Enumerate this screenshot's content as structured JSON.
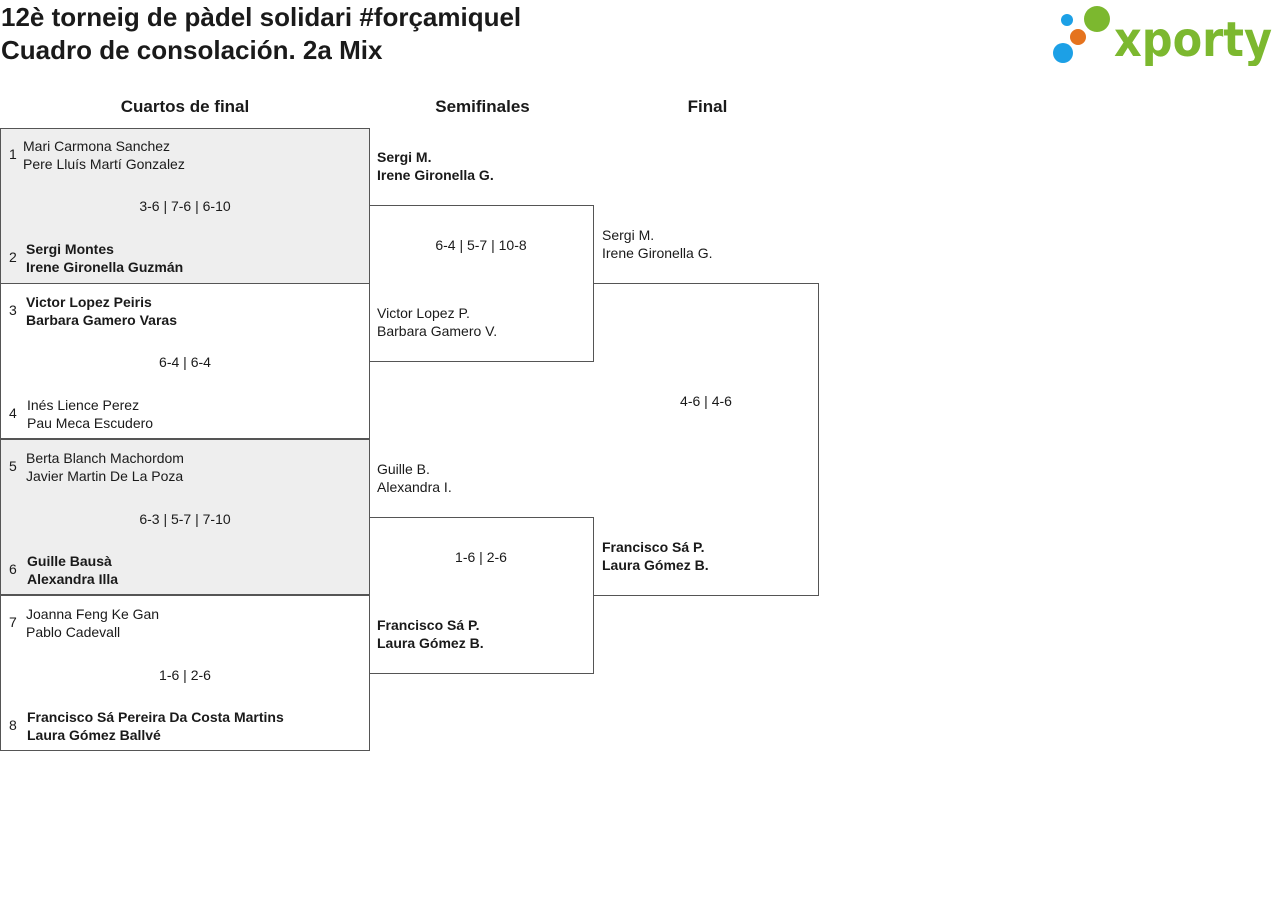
{
  "header": {
    "title_line1": "12è torneig de pàdel solidari #forçamiquel",
    "title_line2": "Cuadro de consolación. 2a Mix",
    "logo_text": "xporty",
    "logo_colors": {
      "blue": "#1ca0e6",
      "orange": "#e5731e",
      "green": "#7cb82f"
    }
  },
  "rounds": {
    "qf": "Cuartos de final",
    "sf": "Semifinales",
    "final": "Final"
  },
  "quarterfinals": [
    {
      "top": {
        "seed": "1",
        "p1": "Mari Carmona Sanchez",
        "p2": "Pere Lluís Martí Gonzalez"
      },
      "score": "3-6 | 7-6 | 6-10",
      "bottom": {
        "seed": "2",
        "p1": "Sergi Montes",
        "p2": "Irene Gironella Guzmán"
      }
    },
    {
      "top": {
        "seed": "3",
        "p1": "Victor Lopez Peiris",
        "p2": "Barbara Gamero Varas"
      },
      "score": "6-4 | 6-4",
      "bottom": {
        "seed": "4",
        "p1": "Inés Lience Perez",
        "p2": "Pau Meca Escudero"
      }
    },
    {
      "top": {
        "seed": "5",
        "p1": "Berta Blanch Machordom",
        "p2": "Javier Martin De La Poza"
      },
      "score": "6-3 | 5-7 | 7-10",
      "bottom": {
        "seed": "6",
        "p1": "Guille Bausà",
        "p2": "Alexandra Illa"
      }
    },
    {
      "top": {
        "seed": "7",
        "p1": "Joanna Feng Ke Gan",
        "p2": "Pablo Cadevall"
      },
      "score": "1-6 | 2-6",
      "bottom": {
        "seed": "8",
        "p1": "Francisco Sá Pereira Da Costa Martins",
        "p2": "Laura Gómez Ballvé"
      }
    }
  ],
  "semifinals": [
    {
      "top": {
        "p1": "Sergi M.",
        "p2": "Irene Gironella G."
      },
      "score": "6-4 | 5-7 | 10-8",
      "bottom": {
        "p1": "Victor Lopez P.",
        "p2": "Barbara Gamero V."
      }
    },
    {
      "top": {
        "p1": "Guille B.",
        "p2": "Alexandra I."
      },
      "score": "1-6 | 2-6",
      "bottom": {
        "p1": "Francisco Sá P.",
        "p2": "Laura Gómez B."
      }
    }
  ],
  "final": {
    "top": {
      "p1": "Sergi M.",
      "p2": "Irene Gironella G."
    },
    "score": "4-6 | 4-6",
    "bottom": {
      "p1": "Francisco Sá P.",
      "p2": "Laura Gómez B."
    }
  }
}
